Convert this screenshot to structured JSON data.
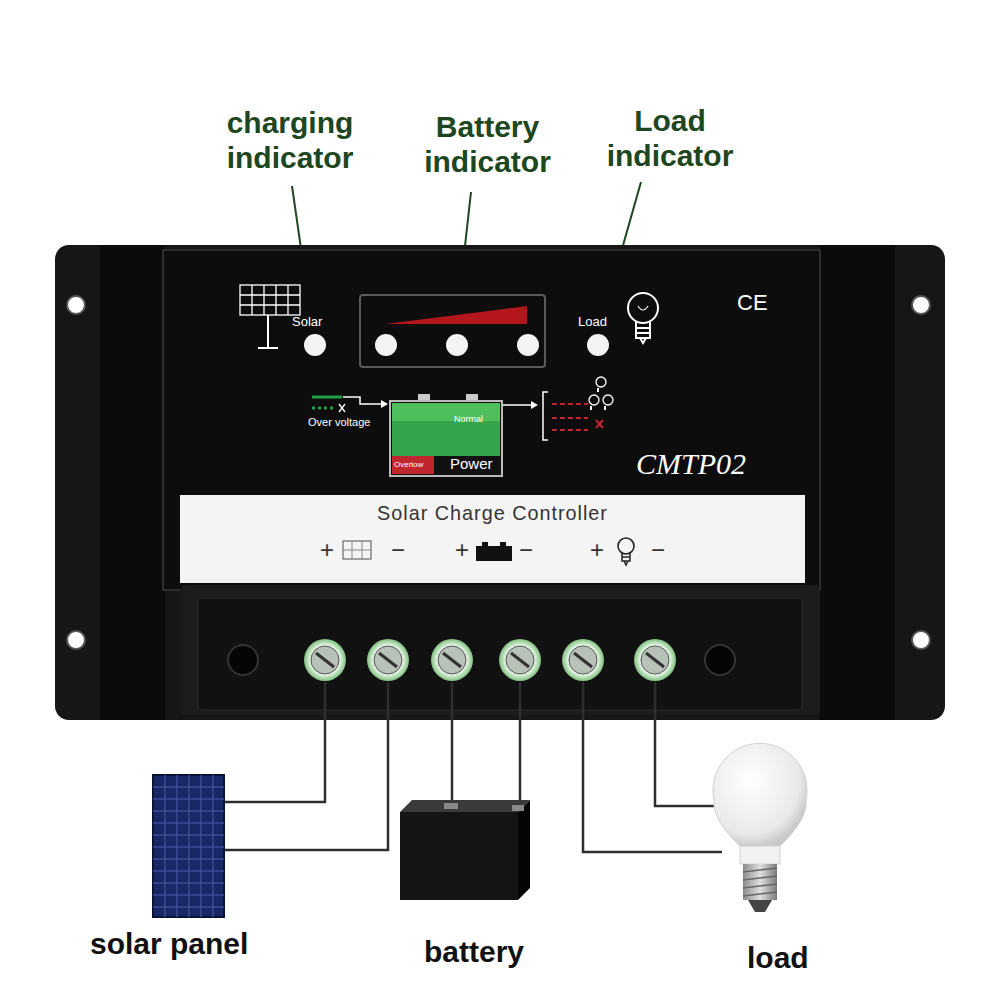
{
  "diagram": {
    "nodes": [
      {
        "text": [
          "Solar Charge Controller"
        ]
      },
      {
        "text": [
          "Normal",
          "Overlow",
          "Power"
        ]
      }
    ],
    "labels": [
      "charging indicator",
      "Battery indicator",
      "Load indicator",
      "Solar",
      "Load",
      "CE",
      "Over voltage",
      "CMTP02",
      "+",
      "−",
      "+",
      "−",
      "+",
      "−",
      "solar panel",
      "battery",
      "load"
    ]
  }
}
